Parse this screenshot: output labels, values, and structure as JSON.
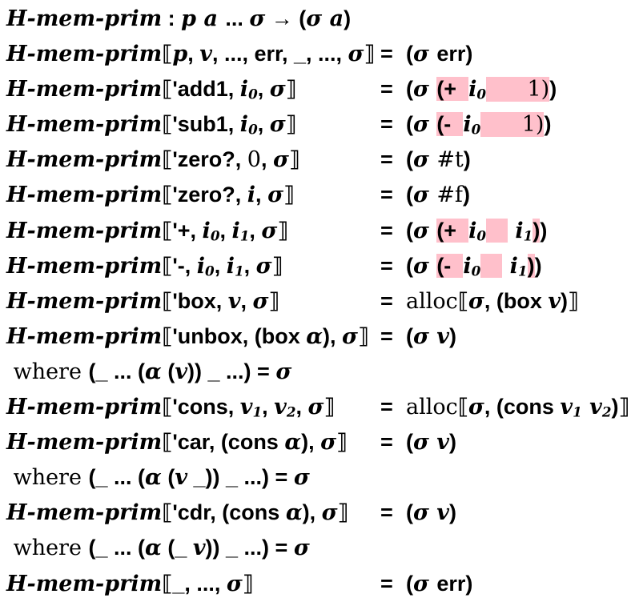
{
  "colors": {
    "background": "#ffffff",
    "text": "#000000",
    "highlight": "#ffc0cb"
  },
  "symbols": {
    "equals": "="
  },
  "metafunction_name": "H-mem-prim",
  "lines": [
    {
      "name": "signature",
      "kind": "flow",
      "segs": [
        [
          "fn",
          "H-mem-prim"
        ],
        [
          "l",
          " : "
        ],
        [
          "v",
          "p a "
        ],
        [
          "l",
          "... "
        ],
        [
          "v",
          "σ"
        ],
        [
          "l",
          " → ("
        ],
        [
          "v",
          "σ a"
        ],
        [
          "l",
          ")"
        ]
      ]
    },
    {
      "name": "clause-prim-err",
      "kind": "clause",
      "lhs": [
        [
          "fn",
          "H-mem-prim"
        ],
        [
          "b",
          "⟦"
        ],
        [
          "v",
          "p"
        ],
        [
          "l",
          ", "
        ],
        [
          "v",
          "v"
        ],
        [
          "l",
          ", ..., err, _, ..., "
        ],
        [
          "v",
          "σ"
        ],
        [
          "b",
          "⟧"
        ]
      ],
      "rhs": [
        [
          "l",
          "("
        ],
        [
          "v",
          "σ "
        ],
        [
          "l",
          "err)"
        ]
      ]
    },
    {
      "name": "clause-add1",
      "kind": "clause",
      "lhs": [
        [
          "fn",
          "H-mem-prim"
        ],
        [
          "b",
          "⟦"
        ],
        [
          "l",
          "'add1, "
        ],
        [
          "v",
          "i"
        ],
        [
          "vs",
          "0"
        ],
        [
          "l",
          ", "
        ],
        [
          "v",
          "σ"
        ],
        [
          "b",
          "⟧"
        ]
      ],
      "rhs": [
        [
          "l",
          "("
        ],
        [
          "v",
          "σ "
        ],
        [
          "h",
          "(+  "
        ],
        [
          "v",
          "i"
        ],
        [
          "vs",
          "0"
        ],
        [
          "hr",
          "      1)"
        ],
        [
          "l",
          ")"
        ]
      ]
    },
    {
      "name": "clause-sub1",
      "kind": "clause",
      "lhs": [
        [
          "fn",
          "H-mem-prim"
        ],
        [
          "b",
          "⟦"
        ],
        [
          "l",
          "'sub1, "
        ],
        [
          "v",
          "i"
        ],
        [
          "vs",
          "0"
        ],
        [
          "l",
          ", "
        ],
        [
          "v",
          "σ"
        ],
        [
          "b",
          "⟧"
        ]
      ],
      "rhs": [
        [
          "l",
          "("
        ],
        [
          "v",
          "σ "
        ],
        [
          "h",
          "(-  "
        ],
        [
          "v",
          "i"
        ],
        [
          "vs",
          "0"
        ],
        [
          "hr",
          "      1)"
        ],
        [
          "l",
          ")"
        ]
      ]
    },
    {
      "name": "clause-zero-true",
      "kind": "clause",
      "lhs": [
        [
          "fn",
          "H-mem-prim"
        ],
        [
          "b",
          "⟦"
        ],
        [
          "l",
          "'zero?, "
        ],
        [
          "r",
          "0"
        ],
        [
          "l",
          ", "
        ],
        [
          "v",
          "σ"
        ],
        [
          "b",
          "⟧"
        ]
      ],
      "rhs": [
        [
          "l",
          "("
        ],
        [
          "v",
          "σ "
        ],
        [
          "r",
          "#t"
        ],
        [
          "l",
          ")"
        ]
      ]
    },
    {
      "name": "clause-zero-false",
      "kind": "clause",
      "lhs": [
        [
          "fn",
          "H-mem-prim"
        ],
        [
          "b",
          "⟦"
        ],
        [
          "l",
          "'zero?, "
        ],
        [
          "v",
          "i"
        ],
        [
          "l",
          ", "
        ],
        [
          "v",
          "σ"
        ],
        [
          "b",
          "⟧"
        ]
      ],
      "rhs": [
        [
          "l",
          "("
        ],
        [
          "v",
          "σ "
        ],
        [
          "r",
          "#f"
        ],
        [
          "l",
          ")"
        ]
      ]
    },
    {
      "name": "clause-plus",
      "kind": "clause",
      "lhs": [
        [
          "fn",
          "H-mem-prim"
        ],
        [
          "b",
          "⟦"
        ],
        [
          "l",
          "'+, "
        ],
        [
          "v",
          "i"
        ],
        [
          "vs",
          "0"
        ],
        [
          "l",
          ", "
        ],
        [
          "v",
          "i"
        ],
        [
          "vs",
          "1"
        ],
        [
          "l",
          ", "
        ],
        [
          "v",
          "σ"
        ],
        [
          "b",
          "⟧"
        ]
      ],
      "rhs": [
        [
          "l",
          "("
        ],
        [
          "v",
          "σ "
        ],
        [
          "h",
          "(+  "
        ],
        [
          "v",
          "i"
        ],
        [
          "vs",
          "0"
        ],
        [
          "hp",
          "    "
        ],
        [
          "v",
          " i"
        ],
        [
          "vs",
          "1"
        ],
        [
          "h",
          ")"
        ],
        [
          "l",
          ")"
        ]
      ]
    },
    {
      "name": "clause-minus",
      "kind": "clause",
      "lhs": [
        [
          "fn",
          "H-mem-prim"
        ],
        [
          "b",
          "⟦"
        ],
        [
          "l",
          "'-, "
        ],
        [
          "v",
          "i"
        ],
        [
          "vs",
          "0"
        ],
        [
          "l",
          ", "
        ],
        [
          "v",
          "i"
        ],
        [
          "vs",
          "1"
        ],
        [
          "l",
          ", "
        ],
        [
          "v",
          "σ"
        ],
        [
          "b",
          "⟧"
        ]
      ],
      "rhs": [
        [
          "l",
          "("
        ],
        [
          "v",
          "σ "
        ],
        [
          "h",
          "(-  "
        ],
        [
          "v",
          "i"
        ],
        [
          "vs",
          "0"
        ],
        [
          "hp",
          "    "
        ],
        [
          "v",
          " i"
        ],
        [
          "vs",
          "1"
        ],
        [
          "h",
          ")"
        ],
        [
          "l",
          ")"
        ]
      ]
    },
    {
      "name": "clause-box",
      "kind": "clause",
      "lhs": [
        [
          "fn",
          "H-mem-prim"
        ],
        [
          "b",
          "⟦"
        ],
        [
          "l",
          "'box, "
        ],
        [
          "v",
          "v"
        ],
        [
          "l",
          ", "
        ],
        [
          "v",
          "σ"
        ],
        [
          "b",
          "⟧"
        ]
      ],
      "rhs": [
        [
          "r",
          "alloc"
        ],
        [
          "b",
          "⟦"
        ],
        [
          "v",
          "σ"
        ],
        [
          "l",
          ", (box "
        ],
        [
          "v",
          "v"
        ],
        [
          "l",
          ")"
        ],
        [
          "b",
          "⟧"
        ]
      ]
    },
    {
      "name": "clause-unbox",
      "kind": "clause",
      "lhs": [
        [
          "fn",
          "H-mem-prim"
        ],
        [
          "b",
          "⟦"
        ],
        [
          "l",
          "'unbox, (box "
        ],
        [
          "v",
          "α"
        ],
        [
          "l",
          "), "
        ],
        [
          "v",
          "σ"
        ],
        [
          "b",
          "⟧"
        ]
      ],
      "rhs": [
        [
          "l",
          "("
        ],
        [
          "v",
          "σ v"
        ],
        [
          "l",
          ")"
        ]
      ]
    },
    {
      "name": "where-unbox",
      "kind": "flow",
      "segs": [
        [
          "r",
          " where "
        ],
        [
          "l",
          "(_ ... ("
        ],
        [
          "v",
          "α"
        ],
        [
          "l",
          " ("
        ],
        [
          "v",
          "v"
        ],
        [
          "l",
          ")) _ ...) = "
        ],
        [
          "v",
          "σ"
        ]
      ]
    },
    {
      "name": "clause-cons",
      "kind": "clause",
      "lhs": [
        [
          "fn",
          "H-mem-prim"
        ],
        [
          "b",
          "⟦"
        ],
        [
          "l",
          "'cons, "
        ],
        [
          "v",
          "v"
        ],
        [
          "vs",
          "1"
        ],
        [
          "l",
          ", "
        ],
        [
          "v",
          "v"
        ],
        [
          "vs",
          "2"
        ],
        [
          "l",
          ", "
        ],
        [
          "v",
          "σ"
        ],
        [
          "b",
          "⟧"
        ]
      ],
      "rhs": [
        [
          "r",
          "alloc"
        ],
        [
          "b",
          "⟦"
        ],
        [
          "v",
          "σ"
        ],
        [
          "l",
          ", (cons "
        ],
        [
          "v",
          "v"
        ],
        [
          "vs",
          "1"
        ],
        [
          "v",
          " v"
        ],
        [
          "vs",
          "2"
        ],
        [
          "l",
          ")"
        ],
        [
          "b",
          "⟧"
        ]
      ]
    },
    {
      "name": "clause-car",
      "kind": "clause",
      "lhs": [
        [
          "fn",
          "H-mem-prim"
        ],
        [
          "b",
          "⟦"
        ],
        [
          "l",
          "'car, (cons "
        ],
        [
          "v",
          "α"
        ],
        [
          "l",
          "), "
        ],
        [
          "v",
          "σ"
        ],
        [
          "b",
          "⟧"
        ]
      ],
      "rhs": [
        [
          "l",
          "("
        ],
        [
          "v",
          "σ v"
        ],
        [
          "l",
          ")"
        ]
      ]
    },
    {
      "name": "where-car",
      "kind": "flow",
      "segs": [
        [
          "r",
          " where "
        ],
        [
          "l",
          "(_ ... ("
        ],
        [
          "v",
          "α"
        ],
        [
          "l",
          " ("
        ],
        [
          "v",
          "v"
        ],
        [
          "l",
          " _)) _ ...) = "
        ],
        [
          "v",
          "σ"
        ]
      ]
    },
    {
      "name": "clause-cdr",
      "kind": "clause",
      "lhs": [
        [
          "fn",
          "H-mem-prim"
        ],
        [
          "b",
          "⟦"
        ],
        [
          "l",
          "'cdr, (cons "
        ],
        [
          "v",
          "α"
        ],
        [
          "l",
          "), "
        ],
        [
          "v",
          "σ"
        ],
        [
          "b",
          "⟧"
        ]
      ],
      "rhs": [
        [
          "l",
          "("
        ],
        [
          "v",
          "σ v"
        ],
        [
          "l",
          ")"
        ]
      ]
    },
    {
      "name": "where-cdr",
      "kind": "flow",
      "segs": [
        [
          "r",
          " where "
        ],
        [
          "l",
          "(_ ... ("
        ],
        [
          "v",
          "α"
        ],
        [
          "l",
          " (_ "
        ],
        [
          "v",
          "v"
        ],
        [
          "l",
          ")) _ ...) = "
        ],
        [
          "v",
          "σ"
        ]
      ]
    },
    {
      "name": "clause-default-err",
      "kind": "clause",
      "lhs": [
        [
          "fn",
          "H-mem-prim"
        ],
        [
          "b",
          "⟦"
        ],
        [
          "l",
          "_, ..., "
        ],
        [
          "v",
          "σ"
        ],
        [
          "b",
          "⟧"
        ]
      ],
      "rhs": [
        [
          "l",
          "("
        ],
        [
          "v",
          "σ "
        ],
        [
          "l",
          "err)"
        ]
      ]
    }
  ]
}
